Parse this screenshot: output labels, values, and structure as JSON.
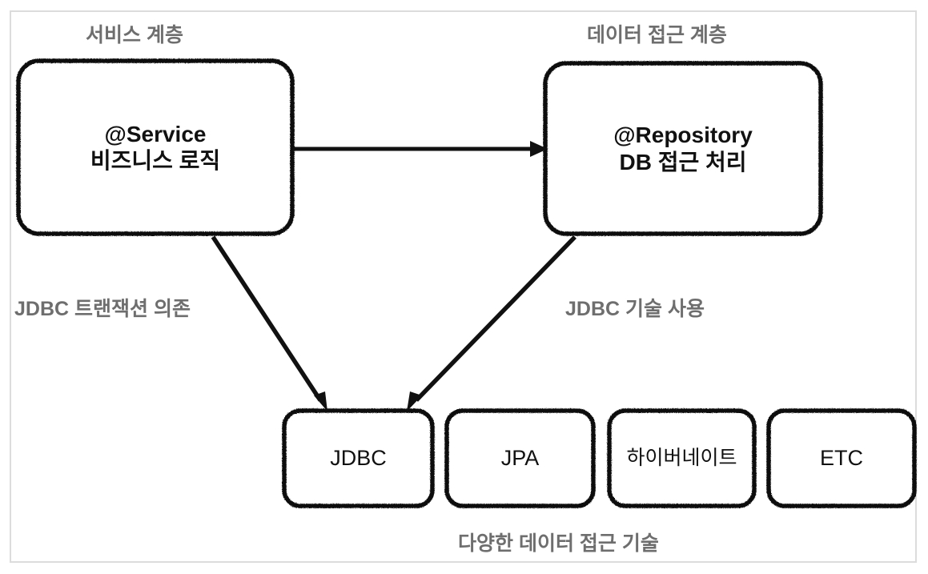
{
  "diagram": {
    "title_service_layer": "서비스 계층",
    "title_data_access_layer": "데이터 접근 계층",
    "caption_bottom": "다양한 데이터 접근 기술",
    "edge_labels": {
      "left": "JDBC 트랜잭션 의존",
      "right": "JDBC 기술 사용"
    },
    "colors": {
      "frame_border": "#dcdcdc",
      "node_stroke": "#111111",
      "node_fill": "#ffffff",
      "label_gray": "#6e6e6e",
      "text_black": "#111111",
      "background": "#ffffff"
    },
    "nodes": {
      "service": {
        "line1": "@Service",
        "line2": "비즈니스 로직"
      },
      "repository": {
        "line1": "@Repository",
        "line2": "DB 접근 처리"
      }
    },
    "tech_boxes": [
      {
        "label": "JDBC"
      },
      {
        "label": "JPA"
      },
      {
        "label": "하이버네이트"
      },
      {
        "label": "ETC"
      }
    ]
  }
}
